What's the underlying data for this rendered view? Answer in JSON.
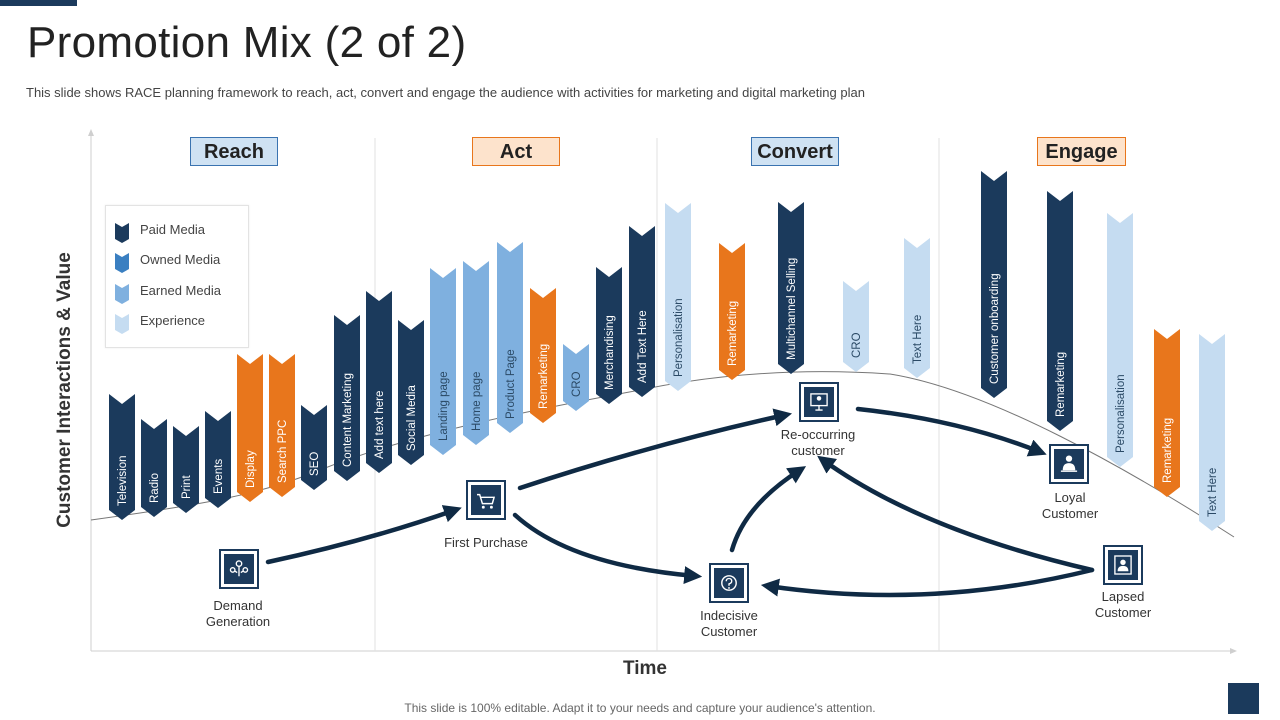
{
  "title": "Promotion Mix (2 of 2)",
  "subtitle": "This slide shows RACE planning framework  to reach, act, convert  and engage  the audience with activities for marketing and digital marketing plan",
  "footer": "This slide is 100% editable. Adapt it to your needs and capture your audience's attention.",
  "axes": {
    "y_label": "Customer Interactions & Value",
    "x_label": "Time"
  },
  "phases": [
    {
      "label": "Reach",
      "bg": "#cfe2f3",
      "border": "#3a73b0"
    },
    {
      "label": "Act",
      "bg": "#fde3cc",
      "border": "#e8761c"
    },
    {
      "label": "Convert",
      "bg": "#cfe2f3",
      "border": "#3a73b0"
    },
    {
      "label": "Engage",
      "bg": "#fde3cc",
      "border": "#e8761c"
    }
  ],
  "legend": [
    {
      "label": "Paid Media",
      "type": "paid"
    },
    {
      "label": "Owned Media",
      "type": "owned"
    },
    {
      "label": "Earned Media",
      "type": "earned"
    },
    {
      "label": "Experience",
      "type": "experience"
    }
  ],
  "colors": {
    "paid": "#1b3a5c",
    "owned": "#3a7fc1",
    "earned": "#7fb0df",
    "experience": "#c5dcf1",
    "remarketing": "#e8761c",
    "accent": "#1b3a5c"
  },
  "activities": [
    {
      "label": "Television",
      "type": "paid"
    },
    {
      "label": "Radio",
      "type": "paid"
    },
    {
      "label": "Print",
      "type": "paid"
    },
    {
      "label": "Events",
      "type": "paid"
    },
    {
      "label": "Display",
      "type": "remarketing"
    },
    {
      "label": "Search PPC",
      "type": "remarketing"
    },
    {
      "label": "SEO",
      "type": "paid"
    },
    {
      "label": "Content Marketing",
      "type": "paid"
    },
    {
      "label": "Add text here",
      "type": "paid"
    },
    {
      "label": "Social Media",
      "type": "paid"
    },
    {
      "label": "Landing page",
      "type": "earned"
    },
    {
      "label": "Home page",
      "type": "earned"
    },
    {
      "label": "Product Page",
      "type": "earned"
    },
    {
      "label": "Remarketing",
      "type": "remarketing"
    },
    {
      "label": "CRO",
      "type": "earned"
    },
    {
      "label": "Merchandising",
      "type": "paid"
    },
    {
      "label": "Add Text Here",
      "type": "paid"
    },
    {
      "label": "Personalisation",
      "type": "experience"
    },
    {
      "label": "Remarketing",
      "type": "remarketing"
    },
    {
      "label": "Multichannel Selling",
      "type": "paid"
    },
    {
      "label": "CRO",
      "type": "experience"
    },
    {
      "label": "Text Here",
      "type": "experience"
    },
    {
      "label": "Customer onboarding",
      "type": "paid"
    },
    {
      "label": "Remarketing",
      "type": "paid"
    },
    {
      "label": "Personalisation",
      "type": "experience"
    },
    {
      "label": "Remarketing",
      "type": "remarketing"
    },
    {
      "label": "Text Here",
      "type": "experience"
    }
  ],
  "stages": [
    {
      "line1": "Demand",
      "line2": "Generation",
      "icon": "demand-generation-icon"
    },
    {
      "line1": "First Purchase",
      "line2": "",
      "icon": "shopping-cart-icon"
    },
    {
      "line1": "Re-occurring",
      "line2": "customer",
      "icon": "reoccurring-customer-icon"
    },
    {
      "line1": "Indecisive",
      "line2": "Customer",
      "icon": "indecisive-customer-icon"
    },
    {
      "line1": "Loyal",
      "line2": "Customer",
      "icon": "loyal-customer-icon"
    },
    {
      "line1": "Lapsed",
      "line2": "Customer",
      "icon": "lapsed-customer-icon"
    }
  ]
}
